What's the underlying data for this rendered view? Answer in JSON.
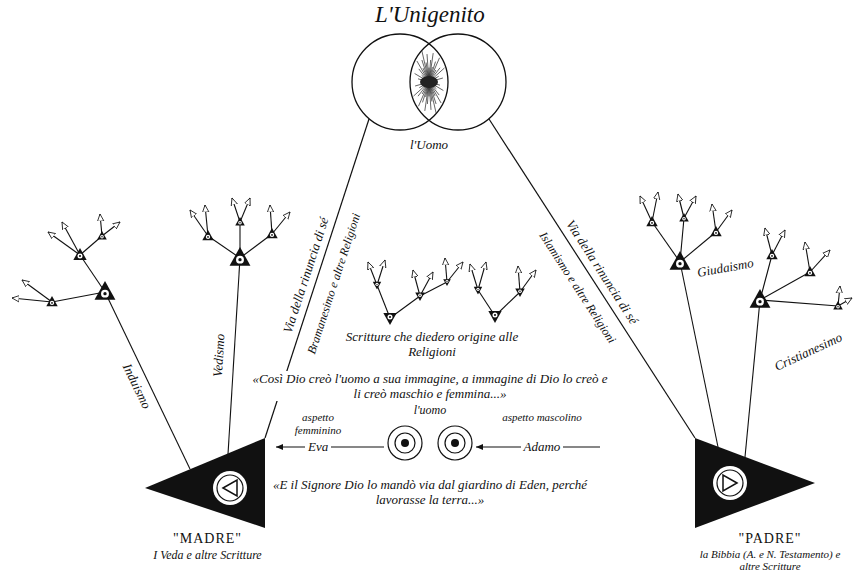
{
  "diagram": {
    "title": "L'Unigenito",
    "nodes": [
      {
        "text": [
          "l'Uomo"
        ]
      },
      {
        "text": [
          "\"MADRE\"",
          "I Veda e altre Scritture"
        ]
      },
      {
        "text": [
          "\"PADRE\"",
          "la Bibbia (A. e N. Testamento) e altre Scritture"
        ]
      },
      {
        "text": [
          "l'uomo"
        ]
      }
    ],
    "edges": [
      {
        "from": 1,
        "to": 0,
        "arrow": "none",
        "label": "Via della rinuncia di sé"
      },
      {
        "from": 2,
        "to": 0,
        "arrow": "none",
        "label": "Via della rinuncia di sé"
      }
    ],
    "labels": [
      "Induismo",
      "Vedismo",
      "Bramanesimo e altre Religioni",
      "Scritture che diedero origine alle Religioni",
      "Islamismo e altre Religioni",
      "Giudaismo",
      "Cristianesimo",
      "«Così Dio creò l'uomo a sua immagine, a immagine di Dio lo creò e li creò maschio e femmina...»",
      "aspetto femminino",
      "Eva",
      "aspetto mascolino",
      "Adamo",
      "«E il Signore Dio lo mandò via dal giardino di Eden, perché lavorasse la terra...»"
    ]
  }
}
